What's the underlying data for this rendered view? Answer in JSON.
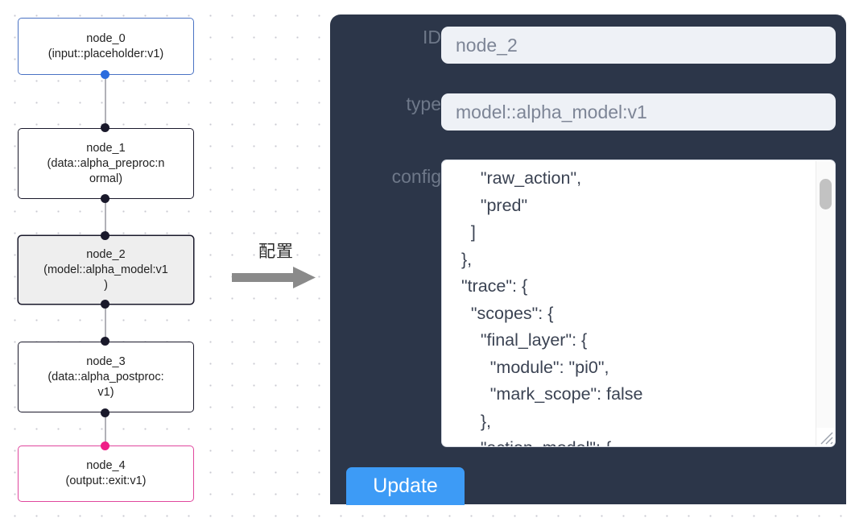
{
  "canvas": {
    "background": "#ffffff",
    "grid_dot_color": "#c9c9d1"
  },
  "graph": {
    "nodes": [
      {
        "id": "node_0",
        "label": "node_0\n(input::placeholder:v1)",
        "kind": "input",
        "border_color": "#4a72c4",
        "selected": false
      },
      {
        "id": "node_1",
        "label": "node_1\n(data::alpha_preproc:n\normal)",
        "kind": "default",
        "border_color": "#1a192b",
        "selected": false
      },
      {
        "id": "node_2",
        "label": "node_2\n(model::alpha_model:v1\n)",
        "kind": "default",
        "border_color": "#1a192b",
        "selected": true
      },
      {
        "id": "node_3",
        "label": "node_3\n(data::alpha_postproc:\nv1)",
        "kind": "default",
        "border_color": "#1a192b",
        "selected": false
      },
      {
        "id": "node_4",
        "label": "node_4\n(output::exit:v1)",
        "kind": "output",
        "border_color": "#e0479e",
        "selected": false
      }
    ],
    "edge_color": "#b1b1b7",
    "handle_colors": {
      "default": "#1a192b",
      "input_source": "#2b6cde",
      "output_target": "#ef1e87"
    }
  },
  "arrow": {
    "caption": "配置",
    "color": "#808080"
  },
  "panel": {
    "background": "#2c3649",
    "fields": [
      {
        "key": "id",
        "label": "ID",
        "value": "node_2"
      },
      {
        "key": "type",
        "label": "type",
        "value": "model::alpha_model:v1"
      },
      {
        "key": "config",
        "label": "config"
      }
    ],
    "config_text": "      \"raw_action\",\n      \"pred\"\n    ]\n  },\n  \"trace\": {\n    \"scopes\": {\n      \"final_layer\": {\n        \"module\": \"pi0\",\n        \"mark_scope\": false\n      },\n      \"action_model\": {",
    "update_button": {
      "label": "Update",
      "color": "#3d9bf6"
    }
  }
}
